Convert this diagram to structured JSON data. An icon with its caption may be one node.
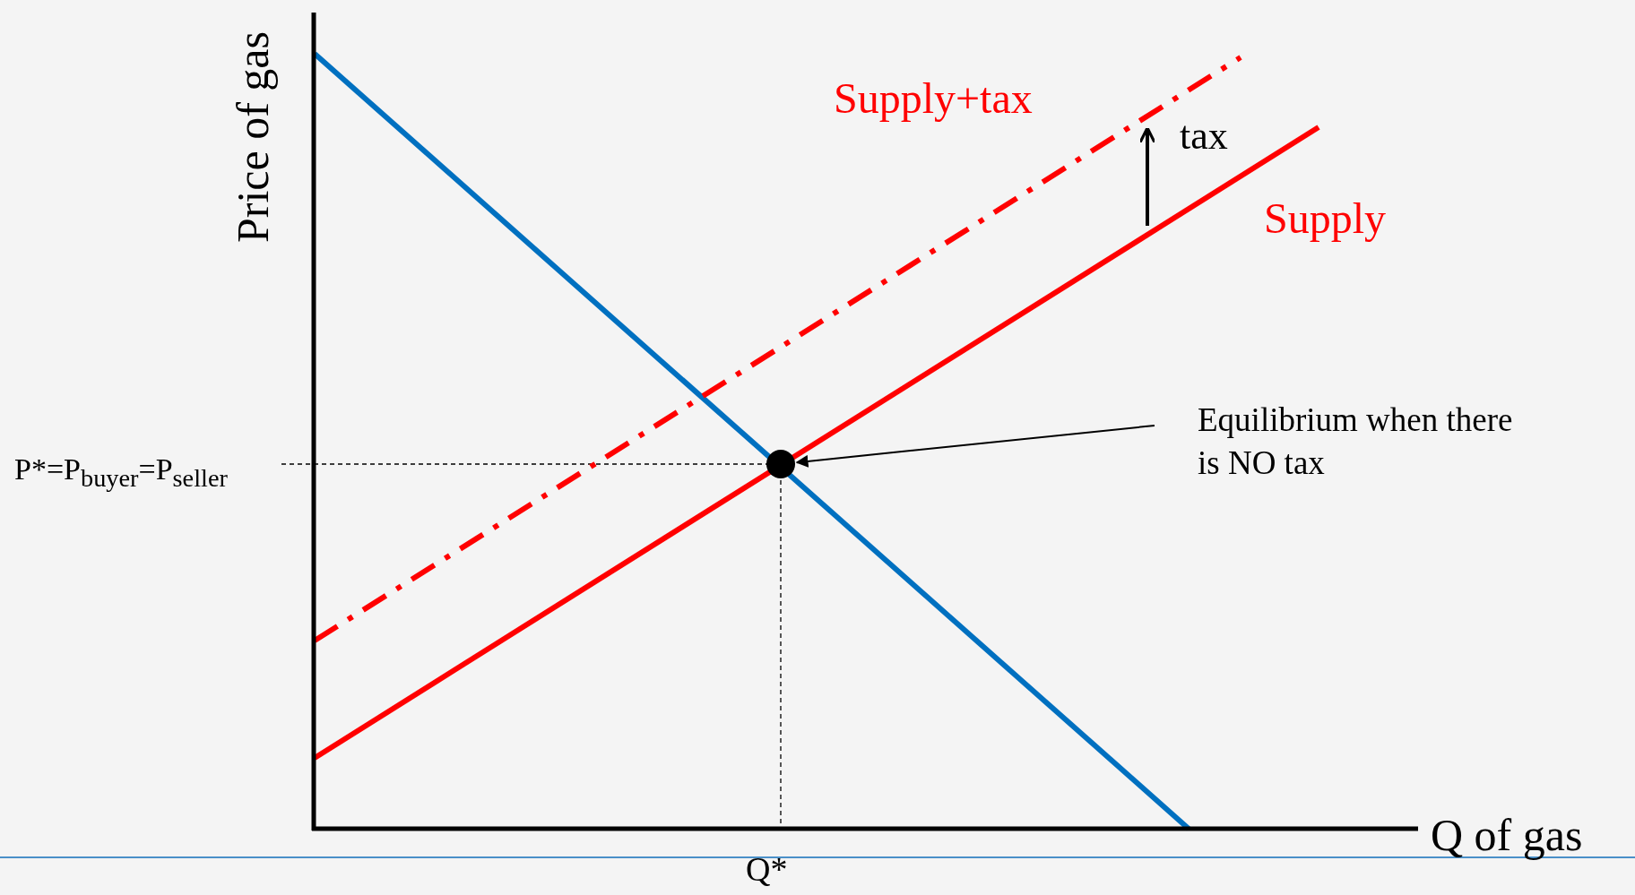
{
  "diagram": {
    "nodes": [
      {
        "text": [
          "Equilibrium when there is NO tax"
        ]
      },
      {
        "text": [],
        "shape": "circle"
      }
    ],
    "edges": [
      {
        "from": 0,
        "to": 1,
        "arrow": "to"
      }
    ],
    "labels": [
      "Price of gas",
      "Supply+tax",
      "tax",
      "Supply",
      "P*=P$_{buyer}$=P$_{seller}$",
      "Q of gas",
      "Q*"
    ]
  }
}
